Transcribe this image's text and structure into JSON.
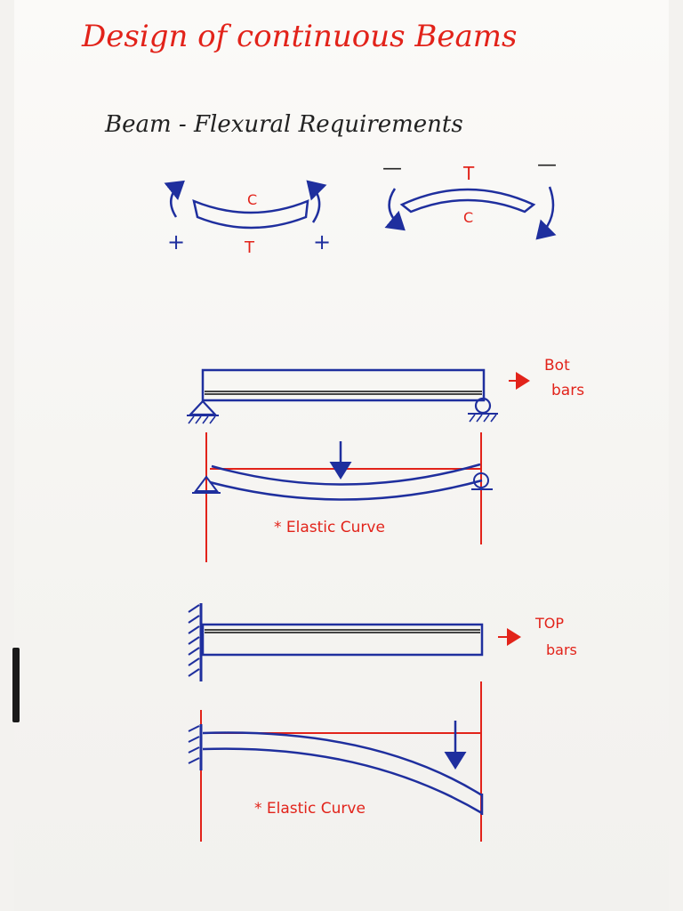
{
  "title": "Design of continuous Beams",
  "subtitle": "Beam - Flexural Requirements",
  "sagging": {
    "top": "C",
    "bottom": "T",
    "sign_left": "+",
    "sign_right": "+"
  },
  "hogging": {
    "top": "T",
    "bottom": "C",
    "sign_left": "—",
    "sign_right": "—"
  },
  "simply_supported": {
    "bars_label_line1": "Bot",
    "bars_label_line2": "bars",
    "curve_label": "* Elastic Curve"
  },
  "cantilever": {
    "bars_label_line1": "TOP",
    "bars_label_line2": "bars",
    "curve_label": "* Elastic Curve"
  },
  "colors": {
    "red": "#e2231a",
    "blue": "#1f2f9e",
    "black": "#222222"
  }
}
